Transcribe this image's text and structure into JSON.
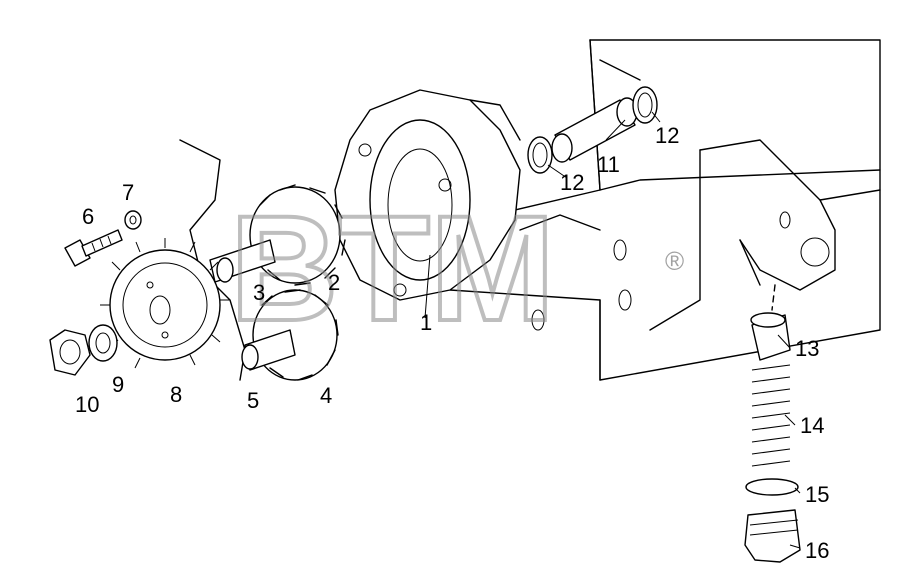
{
  "watermark": {
    "text": "BTM",
    "registered_mark": "®"
  },
  "callouts": [
    {
      "id": "c1",
      "text": "1"
    },
    {
      "id": "c2",
      "text": "2"
    },
    {
      "id": "c3",
      "text": "3"
    },
    {
      "id": "c4",
      "text": "4"
    },
    {
      "id": "c5",
      "text": "5"
    },
    {
      "id": "c6",
      "text": "6"
    },
    {
      "id": "c7",
      "text": "7"
    },
    {
      "id": "c8",
      "text": "8"
    },
    {
      "id": "c9",
      "text": "9"
    },
    {
      "id": "c10",
      "text": "10"
    },
    {
      "id": "c11",
      "text": "11"
    },
    {
      "id": "c12a",
      "text": "12"
    },
    {
      "id": "c12b",
      "text": "12"
    },
    {
      "id": "c13",
      "text": "13"
    },
    {
      "id": "c14",
      "text": "14"
    },
    {
      "id": "c15",
      "text": "15"
    },
    {
      "id": "c16",
      "text": "16"
    }
  ]
}
